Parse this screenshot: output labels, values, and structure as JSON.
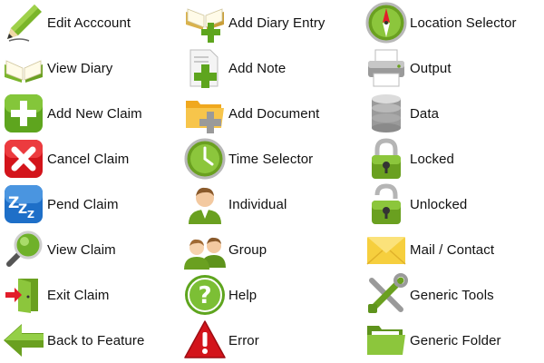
{
  "columns": [
    {
      "items": [
        {
          "label": "Edit Acccount",
          "icon": "pencil-icon"
        },
        {
          "label": "View Diary",
          "icon": "open-book-icon"
        },
        {
          "label": "Add New Claim",
          "icon": "green-plus-icon"
        },
        {
          "label": "Cancel Claim",
          "icon": "red-x-icon"
        },
        {
          "label": "Pend Claim",
          "icon": "zzz-icon"
        },
        {
          "label": "View Claim",
          "icon": "magnifier-icon"
        },
        {
          "label": "Exit Claim",
          "icon": "exit-door-icon"
        },
        {
          "label": "Back to Feature",
          "icon": "back-arrow-icon"
        }
      ]
    },
    {
      "items": [
        {
          "label": "Add Diary Entry",
          "icon": "book-plus-icon"
        },
        {
          "label": "Add Note",
          "icon": "note-plus-icon"
        },
        {
          "label": "Add Document",
          "icon": "folder-plus-icon"
        },
        {
          "label": "Time Selector",
          "icon": "clock-icon"
        },
        {
          "label": "Individual",
          "icon": "person-icon"
        },
        {
          "label": "Group",
          "icon": "group-icon"
        },
        {
          "label": "Help",
          "icon": "help-icon"
        },
        {
          "label": "Error",
          "icon": "warning-icon"
        }
      ]
    },
    {
      "items": [
        {
          "label": "Location Selector",
          "icon": "compass-icon"
        },
        {
          "label": "Output",
          "icon": "printer-icon"
        },
        {
          "label": "Data",
          "icon": "database-icon"
        },
        {
          "label": "Locked",
          "icon": "lock-closed-icon"
        },
        {
          "label": "Unlocked",
          "icon": "lock-open-icon"
        },
        {
          "label": "Mail / Contact",
          "icon": "envelope-icon"
        },
        {
          "label": "Generic Tools",
          "icon": "tools-icon"
        },
        {
          "label": "Generic Folder",
          "icon": "folder-icon"
        }
      ]
    }
  ]
}
